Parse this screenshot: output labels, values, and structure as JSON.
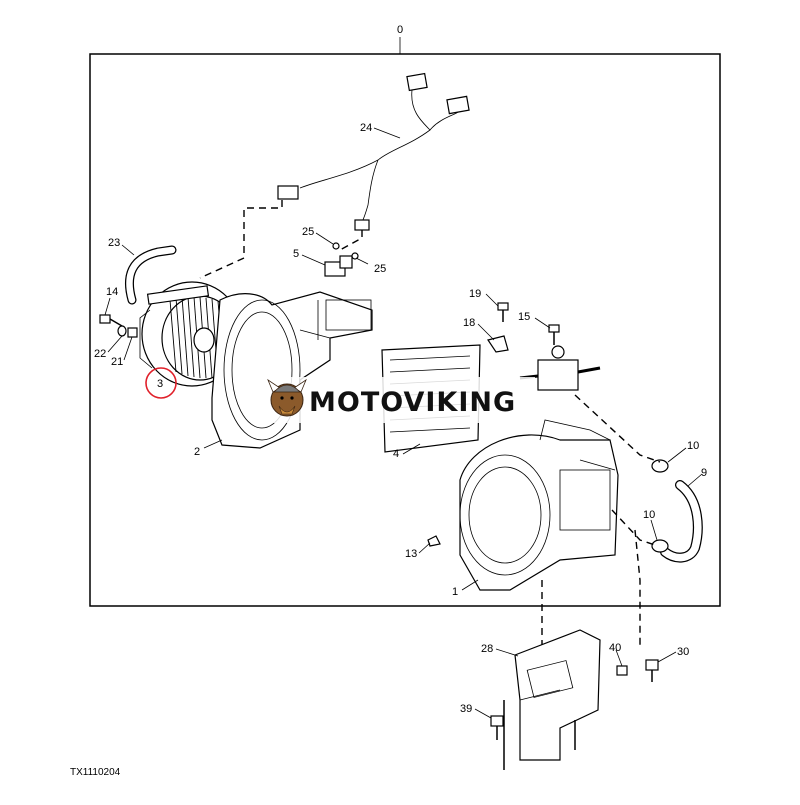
{
  "diagram": {
    "top_callout": "0",
    "figure_id": "TX1110204",
    "watermark": "MOTOVIKING",
    "highlighted_callout": "3",
    "highlight_color": "#e0202a",
    "callouts": [
      "24",
      "25",
      "5",
      "25",
      "23",
      "14",
      "22",
      "21",
      "3",
      "2",
      "19",
      "18",
      "15",
      "4",
      "10",
      "9",
      "10",
      "13",
      "1",
      "28",
      "40",
      "30",
      "39"
    ]
  }
}
